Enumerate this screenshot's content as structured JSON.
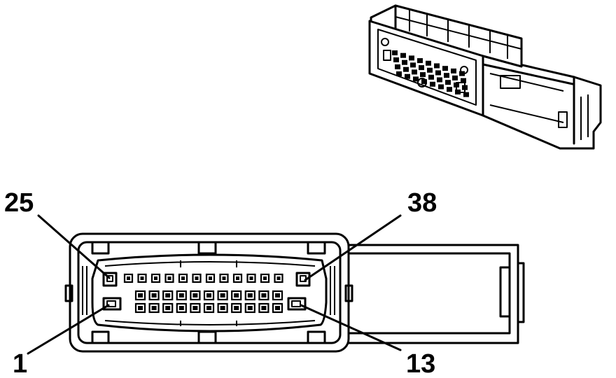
{
  "diagram": {
    "pin_labels": {
      "top_left": "25",
      "top_right": "38",
      "bottom_left": "1",
      "bottom_right": "13"
    },
    "colors": {
      "ink": "#000000",
      "paper": "#ffffff"
    }
  }
}
